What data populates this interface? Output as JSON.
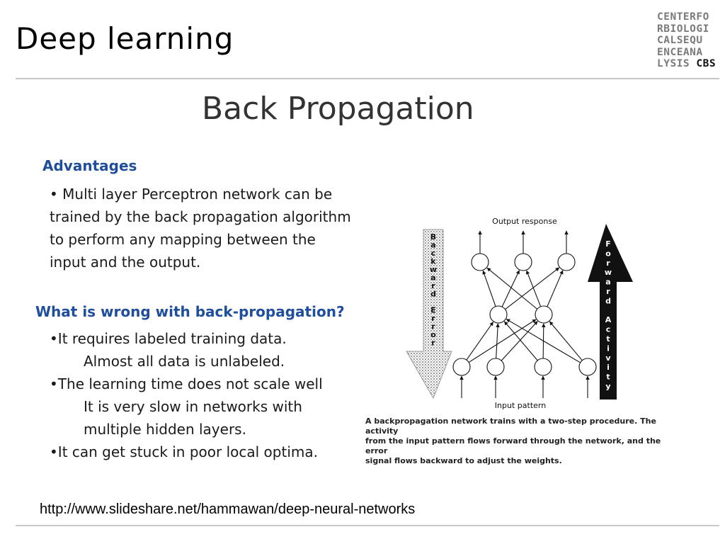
{
  "slide": {
    "title": "Deep learning",
    "logo_lines": [
      "CENTERFO",
      "RBIOLOGI",
      "CALSEQU",
      "ENCEANA",
      "LYSIS"
    ],
    "logo_brand": "CBS",
    "heading": "Back Propagation",
    "advantages": {
      "header": "Advantages",
      "lines": [
        "• Multi layer Perceptron network can be",
        "trained by the back propagation algorithm",
        "to perform any mapping between the",
        "input and the output."
      ]
    },
    "problems": {
      "header": "What is wrong with back-propagation?",
      "lines": [
        "•It requires labeled training data.",
        "Almost all data is unlabeled.",
        "•The learning time does not scale well",
        "It is very slow in networks with",
        "multiple hidden layers.",
        "•It can get stuck in poor local optima."
      ]
    },
    "figure": {
      "output_label": "Output response",
      "input_label": "Input pattern",
      "backward_letters": [
        "B",
        "a",
        "c",
        "k",
        "w",
        "a",
        "r",
        "d",
        "",
        "E",
        "r",
        "r",
        "o",
        "r"
      ],
      "forward_letters": [
        "F",
        "o",
        "r",
        "w",
        "a",
        "r",
        "d",
        "",
        "A",
        "c",
        "t",
        "i",
        "v",
        "i",
        "t",
        "y"
      ],
      "caption": [
        "A backpropagation network trains with a two-step procedure. The activity",
        "from the input pattern flows forward through the network, and the error",
        "signal flows backward to adjust the weights."
      ]
    },
    "footer_url": "http://www.slideshare.net/hammawan/deep-neural-networks"
  }
}
